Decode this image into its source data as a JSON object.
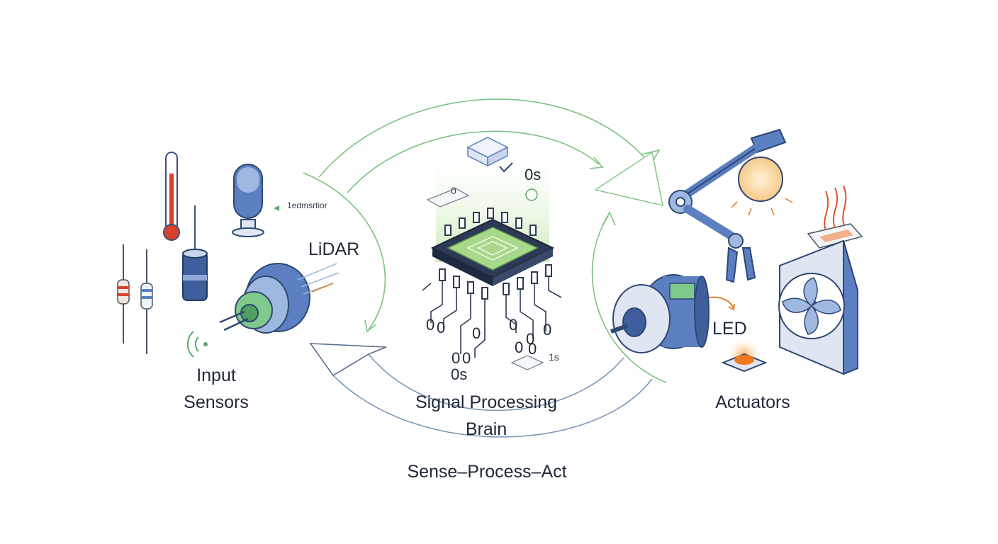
{
  "labels": {
    "input_line1": "Input",
    "input_line2": "Sensors",
    "lidar": "LiDAR",
    "mic_caption": "1edmsrtior",
    "brain_line1": "Signal Processing",
    "brain_line2": "Brain",
    "loop": "Sense–Process–Act",
    "actuators": "Actuators",
    "led": "LED"
  },
  "binary": {
    "b1": "0s",
    "b2": "0",
    "b3": "0",
    "b4": "0",
    "b5": "0",
    "b6": "0",
    "b7": "0",
    "b8": "0",
    "b9": "0",
    "b10": "0",
    "b11": "0",
    "b12": "1s",
    "b13": "0s",
    "b14": "0"
  },
  "colors": {
    "arrow_green": "#6cbf73",
    "arrow_blue": "#6f8fb4",
    "component_blue": "#4a6fb0",
    "chip_green": "#a8d88a",
    "heat_red": "#e0522c",
    "thermo_red": "#d9412b"
  },
  "icons": [
    "thermometer-icon",
    "microphone-icon",
    "resistor-icon",
    "capacitor-icon",
    "lidar-sensor-icon",
    "wireless-signal-icon",
    "processor-chip-icon",
    "robotic-arm-icon",
    "lamp-icon",
    "heater-icon",
    "motor-icon",
    "led-icon",
    "fan-icon"
  ]
}
